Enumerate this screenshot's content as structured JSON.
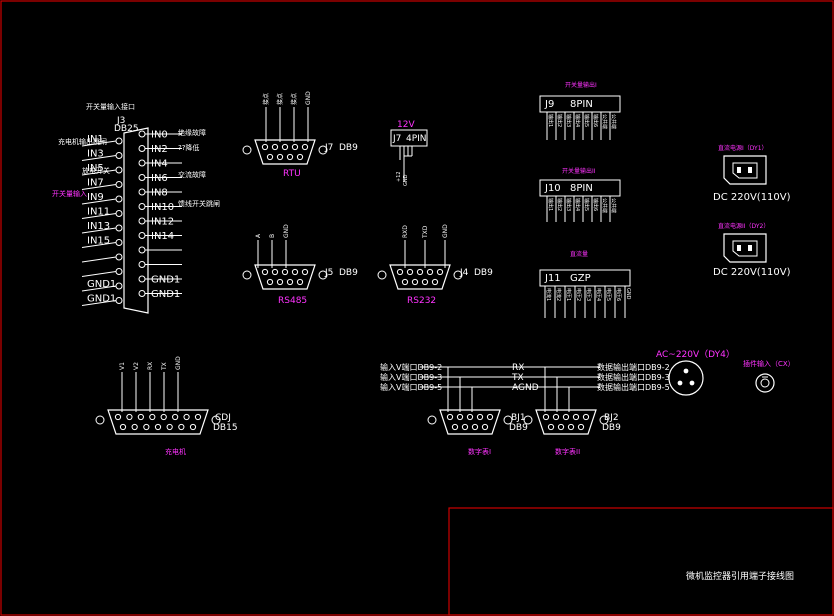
{
  "colors": {
    "background": "#000000",
    "line": "#ffffff",
    "accent": "#ff33ff",
    "frame": "#cc0000"
  },
  "title_block": {
    "title": "微机监控器引用端子接线图"
  },
  "db25": {
    "caption": "开关量输入接口",
    "ref": "J3",
    "type": "DB25",
    "right_pins": [
      "IN0",
      "IN2",
      "IN4",
      "IN6",
      "IN8",
      "IN10",
      "IN12",
      "IN14",
      "",
      "",
      "GND1",
      "GND1"
    ],
    "left_pins": [
      "IN1",
      "IN3",
      "IN5",
      "IN7",
      "IN9",
      "IN11",
      "IN13",
      "IN15",
      "",
      "",
      "GND1",
      "GND1"
    ],
    "notes": [
      "充电机输出跳闸",
      "放电开关",
      "开关量输入",
      "绝缘故障",
      "??降低",
      "交流故障",
      "馈线开关跳闸"
    ]
  },
  "rtu": {
    "ref": "J7",
    "type": "DB9",
    "label": "RTU",
    "pins": [
      "接点",
      "接点",
      "接点",
      "GND"
    ]
  },
  "rs485": {
    "ref": "J5",
    "type": "DB9",
    "label": "RS485",
    "pins": [
      "A",
      "B",
      "GND"
    ]
  },
  "rs232": {
    "ref": "J4",
    "type": "DB9",
    "label": "RS232",
    "pins": [
      "RXD",
      "TXD",
      "GND"
    ]
  },
  "j7pin": {
    "voltage": "12V",
    "ref": "J7",
    "type": "4PIN",
    "pins": [
      "+12",
      "GND"
    ]
  },
  "j9": {
    "caption": "开关量输出I",
    "ref": "J9",
    "type": "8PIN",
    "pins": [
      "输出1",
      "输出2",
      "输出3",
      "输出4",
      "输出5",
      "输出6",
      "公共端",
      "公共端"
    ]
  },
  "j10": {
    "caption": "开关量输出II",
    "ref": "J10",
    "type": "8PIN",
    "pins": [
      "输出1",
      "输出2",
      "输出3",
      "输出4",
      "输出5",
      "输出6",
      "公共端",
      "公共端"
    ]
  },
  "j11": {
    "caption": "直流量",
    "ref": "J11",
    "type": "GZP",
    "pins": [
      "电流1",
      "电流2",
      "电压1",
      "电压2",
      "电压3",
      "电压4",
      "电压5",
      "电压6",
      "GND"
    ]
  },
  "dy1": {
    "caption": "直流电源I（DY1）",
    "rating": "DC 220V(110V)"
  },
  "dy2": {
    "caption": "直流电源II（DY2）",
    "rating": "DC 220V(110V)"
  },
  "dy4": {
    "label": "AC~220V（DY4）"
  },
  "cx": {
    "label": "插件输入（CX）"
  },
  "charger": {
    "ref": "CDJ",
    "type": "DB15",
    "label": "充电机",
    "pins": [
      "V1",
      "V2",
      "RX",
      "TX",
      "GND"
    ]
  },
  "bus": {
    "left": [
      "输入V端口DB9-2",
      "输入V端口DB9-3",
      "输入V端口DB9-5"
    ],
    "mid": [
      "RX",
      "TX",
      "AGND"
    ],
    "right": [
      "数据输出端口DB9-2",
      "数据输出端口DB9-3",
      "数据输出端口DB9-5"
    ]
  },
  "bj1": {
    "ref": "BJ1",
    "type": "DB9",
    "label": "数字表I"
  },
  "bj2": {
    "ref": "BJ2",
    "type": "DB9",
    "label": "数字表II"
  }
}
